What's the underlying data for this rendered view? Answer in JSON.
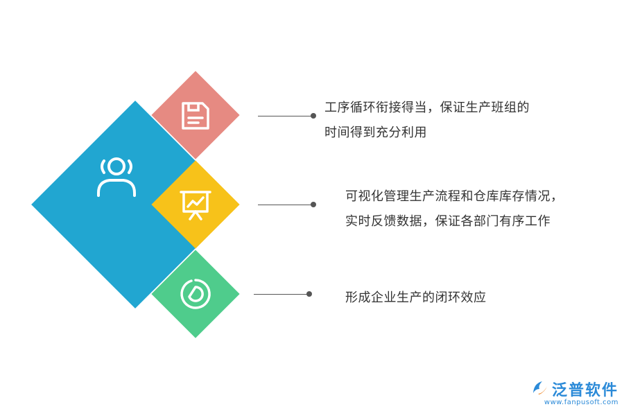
{
  "colors": {
    "big_diamond": "#21a6d1",
    "top_diamond": "#e68a82",
    "mid_diamond": "#f7c21a",
    "bottom_diamond": "#4fcc8c",
    "line": "#555555",
    "text": "#333333",
    "brand": "#2b8ad8"
  },
  "icons": {
    "big": "person-icon",
    "top": "document-icon",
    "mid": "presentation-chart-icon",
    "bottom": "pie-chart-icon"
  },
  "items": [
    {
      "line1": "工序循环衔接得当，保证生产班组的",
      "line2": "时间得到充分利用"
    },
    {
      "line1": "可视化管理生产流程和仓库库存情况，",
      "line2": "实时反馈数据，保证各部门有序工作"
    },
    {
      "line1": "形成企业生产的闭环效应"
    }
  ],
  "logo": {
    "name": "泛普软件",
    "url": "www.fanpusoft.com"
  }
}
